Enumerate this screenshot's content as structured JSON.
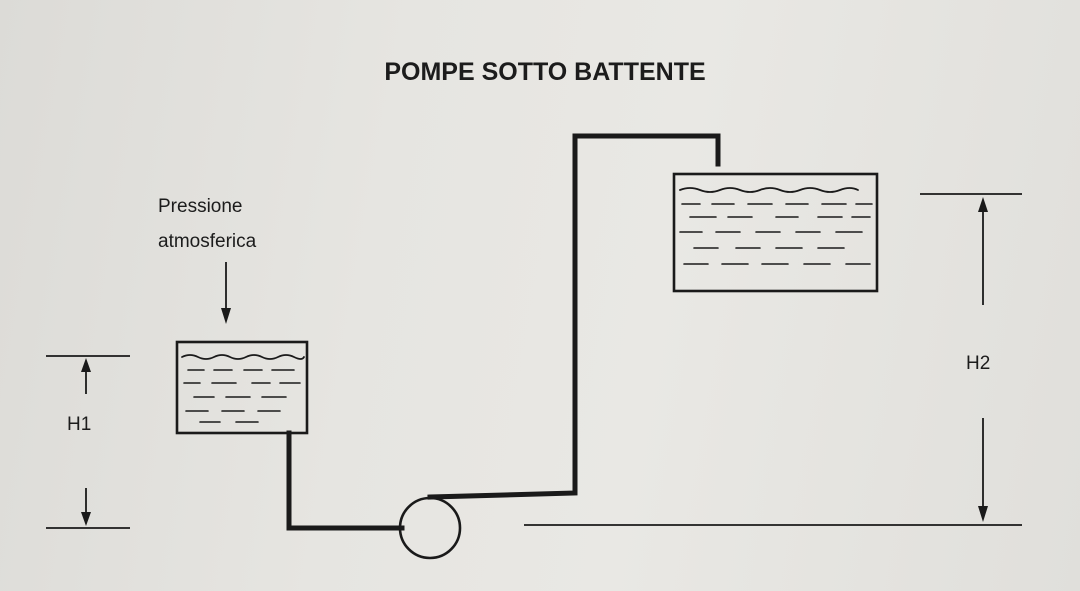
{
  "diagram": {
    "title": "POMPE SOTTO BATTENTE",
    "pressure_label_line1": "Pressione",
    "pressure_label_line2": "atmosferica",
    "h1_label": "H1",
    "h2_label": "H2"
  }
}
